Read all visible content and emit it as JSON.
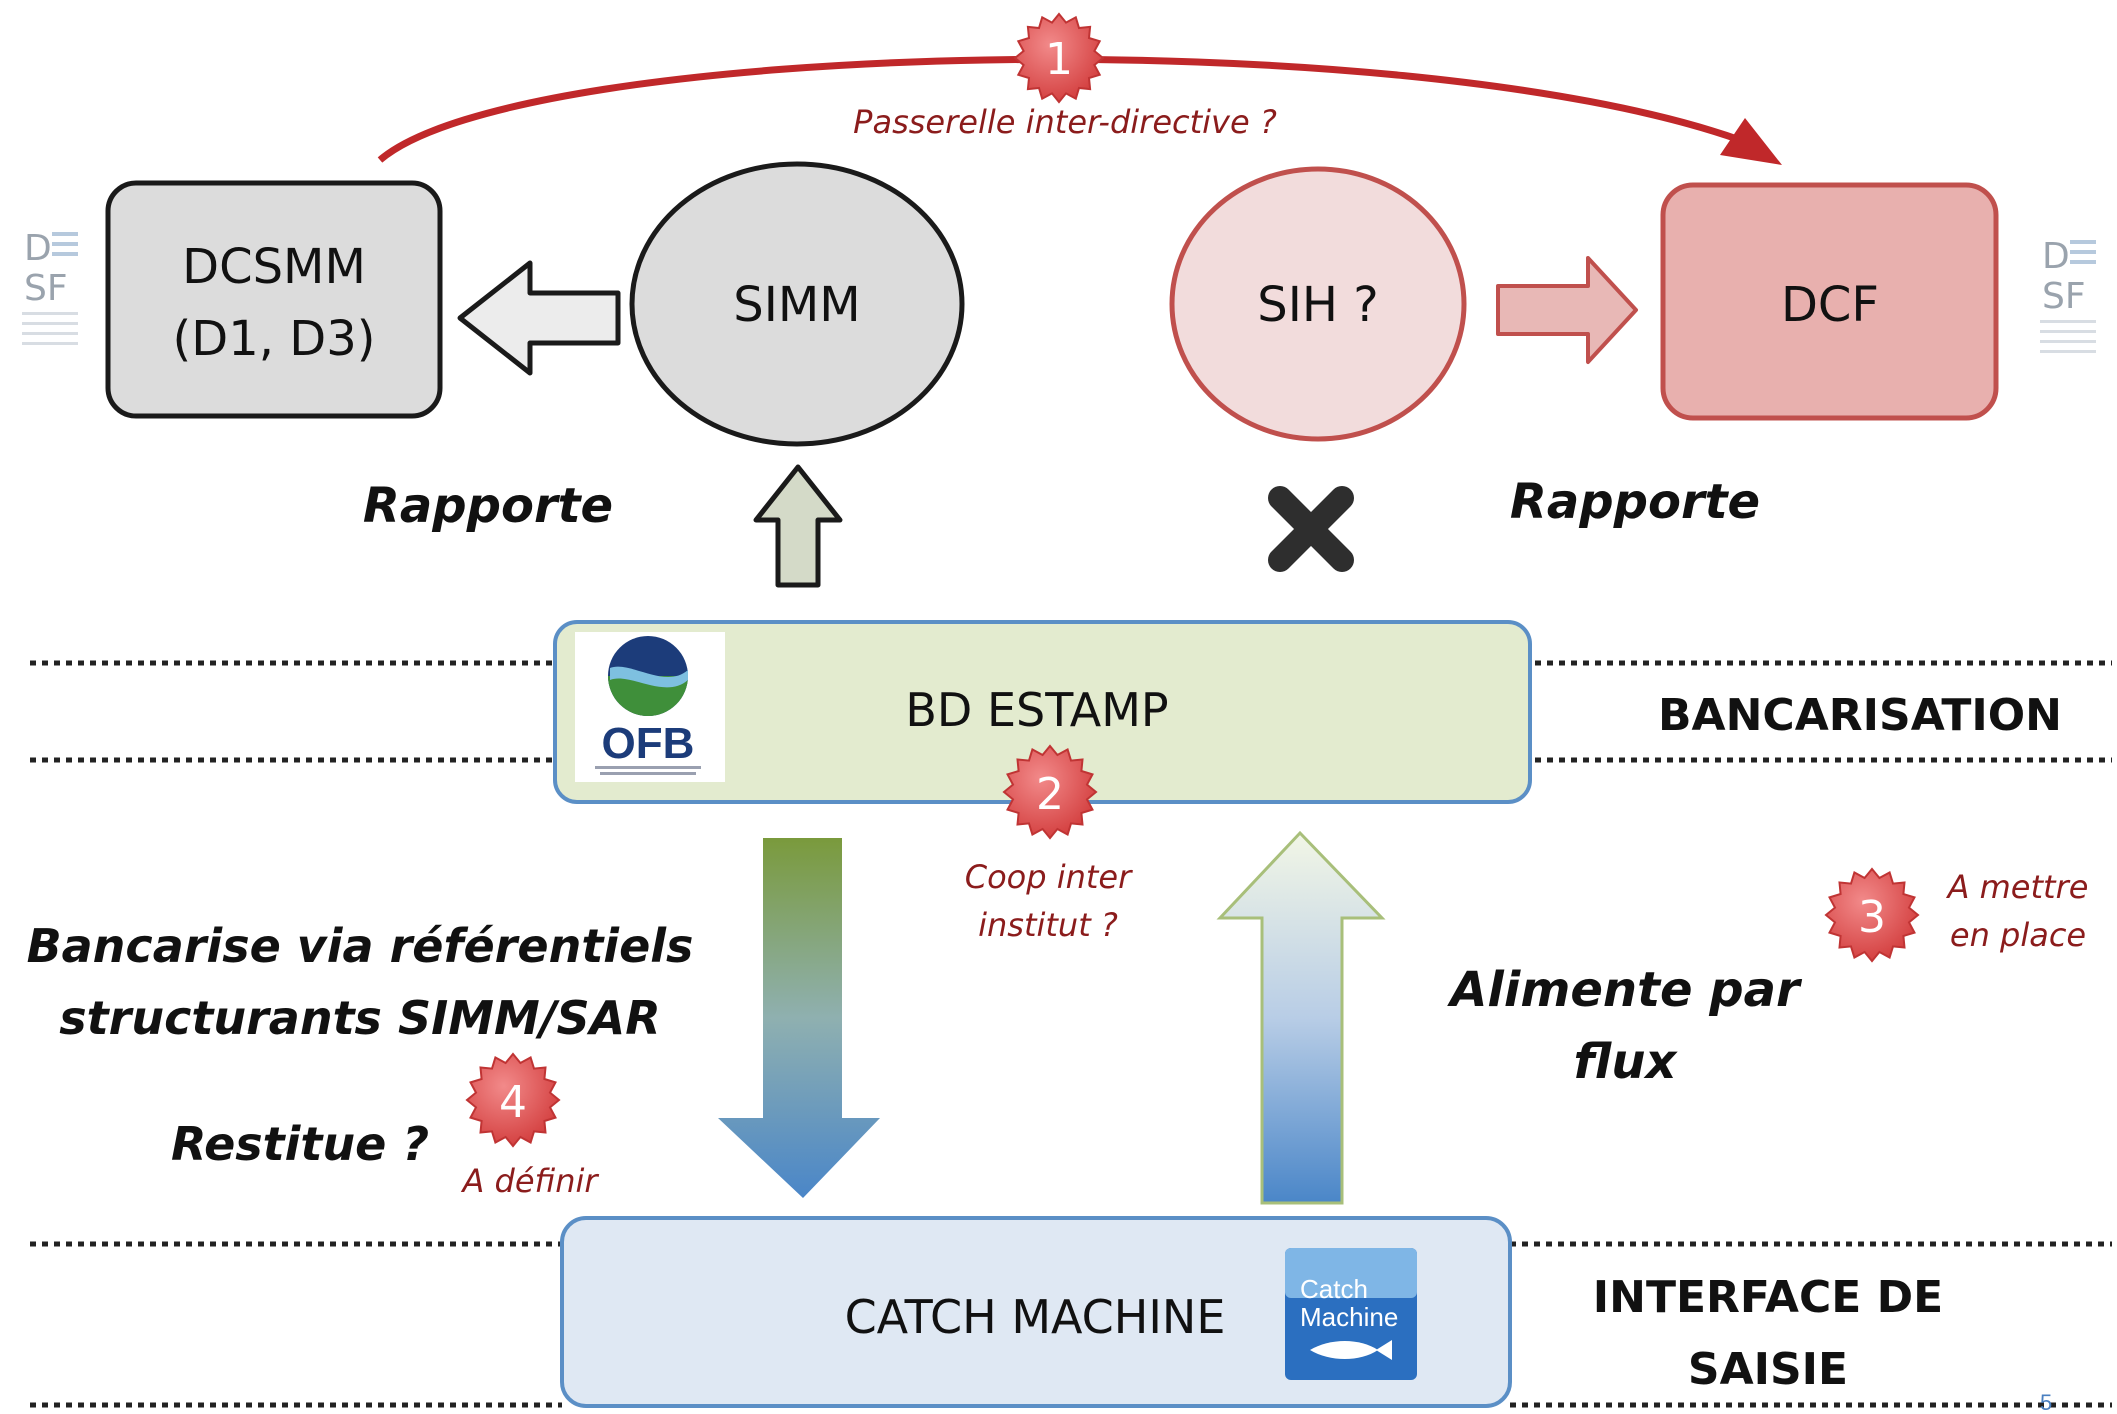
{
  "nodes": {
    "dcsmm": {
      "line1": "DCSMM",
      "line2": "(D1, D3)"
    },
    "simm": {
      "label": "SIMM"
    },
    "sih": {
      "label": "SIH ?"
    },
    "dcf": {
      "label": "DCF"
    },
    "bd_estamp": {
      "label": "BD ESTAMP"
    },
    "catch_machine": {
      "label": "CATCH MACHINE"
    }
  },
  "logos": {
    "ofb": {
      "text": "OFB",
      "icon": "ofb-logo"
    },
    "catch_machine": {
      "line1": "Catch",
      "line2": "Machine",
      "icon": "catch-machine-logo"
    },
    "dsf_left": {
      "line1": "D",
      "line2": "SF",
      "icon": "dsf-logo"
    },
    "dsf_right": {
      "line1": "D",
      "line2": "SF",
      "icon": "dsf-logo"
    }
  },
  "labels": {
    "rapporte_left": "Rapporte",
    "rapporte_right": "Rapporte",
    "bancarise_line1": "Bancarise via référentiels",
    "bancarise_line2": "structurants SIMM/SAR",
    "restitue": "Restitue ?",
    "alimente_line1": "Alimente par",
    "alimente_line2": "flux"
  },
  "layers": {
    "bancarisation": "BANCARISATION",
    "interface_line1": "INTERFACE DE",
    "interface_line2": "SAISIE"
  },
  "badges": [
    {
      "number": "1",
      "note_line1": "Passerelle inter-directive  ?",
      "note_line2": ""
    },
    {
      "number": "2",
      "note_line1": "Coop  inter",
      "note_line2": "institut  ?"
    },
    {
      "number": "3",
      "note_line1": "A mettre",
      "note_line2": "en place"
    },
    {
      "number": "4",
      "note_line1": "A définir",
      "note_line2": ""
    }
  ],
  "page_number": "5",
  "colors": {
    "grey_fill": "#dcdcdc",
    "pink_fill": "#f2dcdc",
    "pink_stroke": "#c0504d",
    "green_box": "#e3ebcf",
    "blue_box": "#dfe8f3",
    "badge_red": "#e05050",
    "note_red": "#8b1c1c"
  }
}
